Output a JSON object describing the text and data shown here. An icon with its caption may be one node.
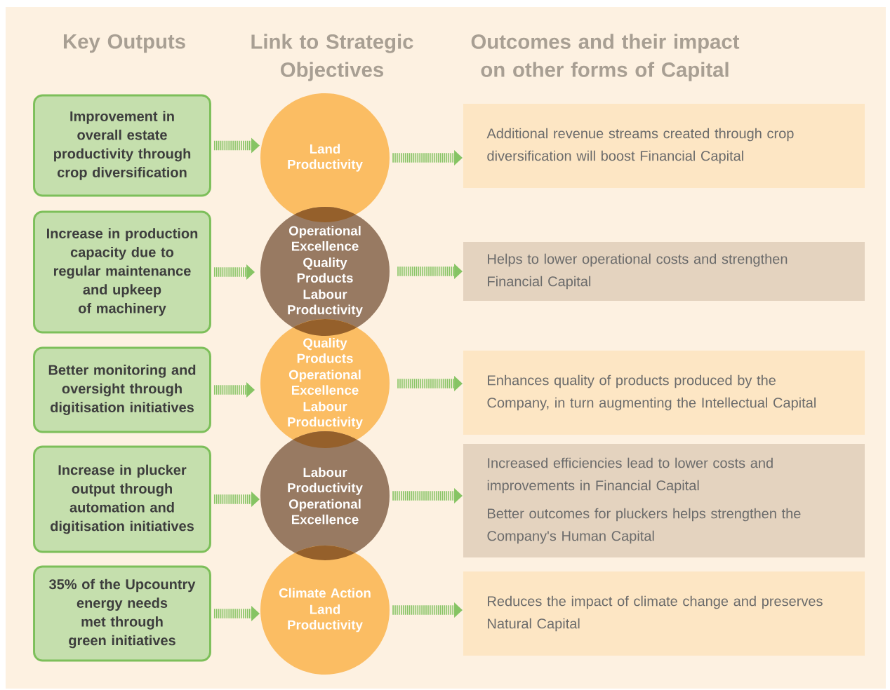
{
  "diagram": {
    "nodes": [
      {
        "text": [
          "Improvement in overall estate productivity through crop diversification"
        ]
      },
      {
        "text": [
          "Land Productivity"
        ]
      },
      {
        "text": [
          "Additional revenue streams created through crop diversification will boost Financial Capital"
        ]
      },
      {
        "text": [
          "Increase in production capacity due to regular maintenance and upkeep of machinery"
        ]
      },
      {
        "text": [
          "Operational Excellence",
          "Quality Products",
          "Labour Productivity"
        ]
      },
      {
        "text": [
          "Helps to lower operational costs and strengthen Financial Capital"
        ]
      },
      {
        "text": [
          "Better monitoring and oversight through digitisation initiatives"
        ]
      },
      {
        "text": [
          "Quality Products",
          "Operational Excellence",
          "Labour Productivity"
        ]
      },
      {
        "text": [
          "Enhances quality of products produced by the Company, in turn augmenting the Intellectual Capital"
        ]
      },
      {
        "text": [
          "Increase in plucker output through automation and digitisation initiatives"
        ]
      },
      {
        "text": [
          "Labour Productivity",
          "Operational Excellence"
        ]
      },
      {
        "text": [
          "Increased efficiencies lead to lower costs and improvements in Financial Capital",
          "Better outcomes for pluckers helps strengthen the Company's Human Capital"
        ]
      },
      {
        "text": [
          "35% of the Upcountry energy needs met through green initiatives"
        ]
      },
      {
        "text": [
          "Climate Action",
          "Land Productivity"
        ]
      },
      {
        "text": [
          "Reduces the impact of climate change and preserves Natural Capital"
        ]
      }
    ],
    "edges": [
      {
        "from": 0,
        "to": 1,
        "arrow": "to"
      },
      {
        "from": 1,
        "to": 2,
        "arrow": "to"
      },
      {
        "from": 3,
        "to": 4,
        "arrow": "to"
      },
      {
        "from": 4,
        "to": 5,
        "arrow": "to"
      },
      {
        "from": 6,
        "to": 7,
        "arrow": "to"
      },
      {
        "from": 7,
        "to": 8,
        "arrow": "to"
      },
      {
        "from": 9,
        "to": 10,
        "arrow": "to"
      },
      {
        "from": 10,
        "to": 11,
        "arrow": "to"
      },
      {
        "from": 12,
        "to": 13,
        "arrow": "to"
      },
      {
        "from": 13,
        "to": 14,
        "arrow": "to"
      }
    ],
    "labels": [
      "Key Outputs",
      "Link to Strategic Objectives",
      "Outcomes and their impact on other forms of Capital"
    ]
  }
}
